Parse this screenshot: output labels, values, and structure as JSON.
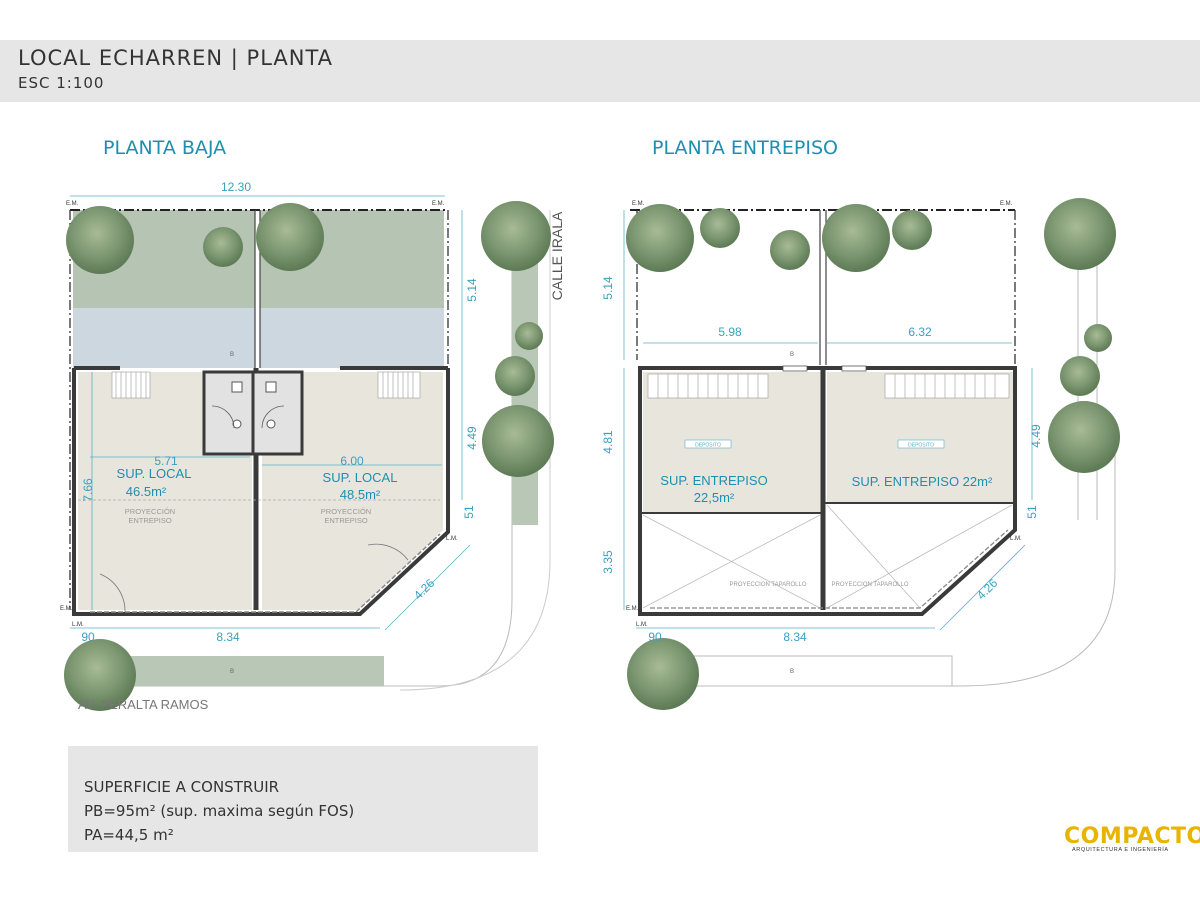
{
  "header": {
    "title": "LOCAL ECHARREN |  PLANTA",
    "scale": "ESC 1:100"
  },
  "planta_baja": {
    "title": "PLANTA BAJA",
    "dim_top": "12.30",
    "dim_right_upper": "5.14",
    "dim_right_lower": "4.49",
    "dim_diag_small": "51",
    "dim_diag": "4.26",
    "dim_bottom_offset": "90",
    "dim_bottom": "8.34",
    "dim_left": "7.66",
    "dim_local1": "5.71",
    "dim_local2": "6.00",
    "local1_label": "SUP. LOCAL",
    "local1_area": "46.5m²",
    "local2_label": "SUP. LOCAL",
    "local2_area": "48.5m²",
    "proj1": [
      "PROYECCIÓN",
      "ENTREPISO"
    ],
    "proj2": [
      "PROYECCIÓN",
      "ENTREPISO"
    ],
    "street_side": "CALLE IRALA",
    "street_bottom": "AV. PERALTA RAMOS",
    "em": "E.M.",
    "lm": "L.M.",
    "section_marker": "B"
  },
  "planta_entrepiso": {
    "title": "PLANTA ENTREPISO",
    "dim_left_upper": "5.14",
    "dim_left_mid": "4.81",
    "dim_left_lower": "3.35",
    "dim_width1": "5.98",
    "dim_width2": "6.32",
    "dim_right": "4.49",
    "dim_diag_small": "51",
    "dim_diag": "4.26",
    "dim_bottom_offset": "90",
    "dim_bottom": "8.34",
    "room1_label": "SUP.  ENTREPISO",
    "room1_area": "22,5m²",
    "room2_label": "SUP.  ENTREPISO 22m²",
    "deposito": "DEPOSITO",
    "proj": "PROYECCION TAPAROLLO",
    "em": "E.M.",
    "lm": "L.M.",
    "section_marker": "B"
  },
  "summary": {
    "title": "SUPERFICIE A CONSTRUIR",
    "pb": "PB=95m² (sup. maxima según FOS)",
    "pa": "PA=44,5 m²"
  },
  "logo": {
    "name": "COMPACTO",
    "tagline": "ARQUITECTURA E INGENIERÍA"
  }
}
